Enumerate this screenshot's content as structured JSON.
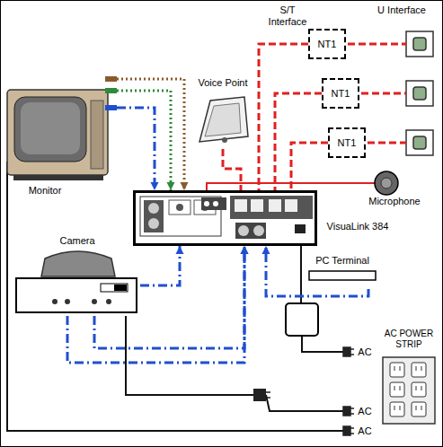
{
  "diagram": {
    "nodes": [
      {
        "text": [
          "NT1"
        ]
      },
      {
        "text": [
          "NT1"
        ]
      },
      {
        "text": [
          "NT1"
        ]
      },
      {
        "text": [
          "Voice Point"
        ]
      },
      {
        "text": [
          "Monitor"
        ]
      },
      {
        "text": [
          "Camera"
        ]
      },
      {
        "text": [
          "VisuaLink 384"
        ]
      },
      {
        "text": [
          "Microphone"
        ]
      },
      {
        "text": [
          "PC Terminal"
        ]
      },
      {
        "text": [
          "AC POWER STRIP"
        ]
      }
    ],
    "edges": [
      {
        "from": 0,
        "to": 6,
        "arrow": "none"
      },
      {
        "from": 1,
        "to": 6,
        "arrow": "none"
      },
      {
        "from": 2,
        "to": 6,
        "arrow": "none"
      },
      {
        "from": 3,
        "to": 6,
        "arrow": "none"
      },
      {
        "from": 6,
        "to": 7,
        "arrow": "none"
      },
      {
        "from": 4,
        "to": 6,
        "arrow": "to"
      },
      {
        "from": 4,
        "to": 6,
        "arrow": "to"
      },
      {
        "from": 4,
        "to": 6,
        "arrow": "to"
      },
      {
        "from": 5,
        "to": 6,
        "arrow": "to"
      },
      {
        "from": 5,
        "to": 6,
        "arrow": "to"
      },
      {
        "from": 5,
        "to": 6,
        "arrow": "to"
      },
      {
        "from": 8,
        "to": 6,
        "arrow": "to"
      }
    ],
    "labels": [
      "S/T Interface",
      "U Interface",
      "AC",
      "AC",
      "AC"
    ]
  }
}
